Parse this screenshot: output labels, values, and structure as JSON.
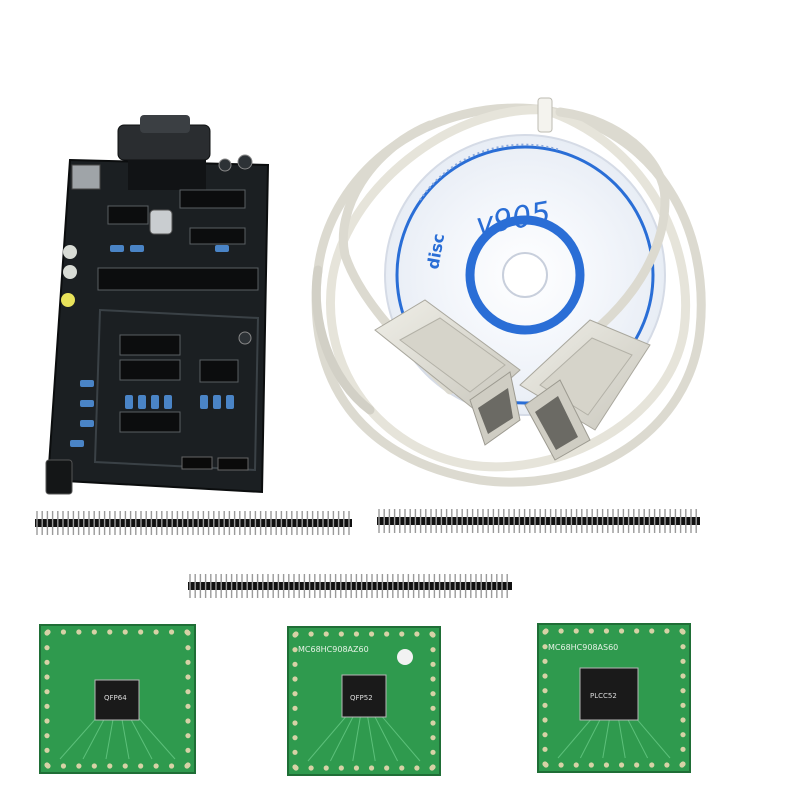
{
  "cd": {
    "handwritten": "v905",
    "brand": "disc"
  },
  "adapters": [
    {
      "chip_label": "QFP64"
    },
    {
      "chip_label": "MC68HC908AZ60",
      "chip_marking": "QFP52"
    },
    {
      "chip_label": "MC68HC908AS60",
      "chip_marking": "PLCC52"
    }
  ],
  "colors": {
    "pcb_black": "#1b1f22",
    "adapter_green": "#2f9a4e",
    "cable_beige": "#e4e2d8",
    "cd_blue": "#2a6ed6"
  }
}
